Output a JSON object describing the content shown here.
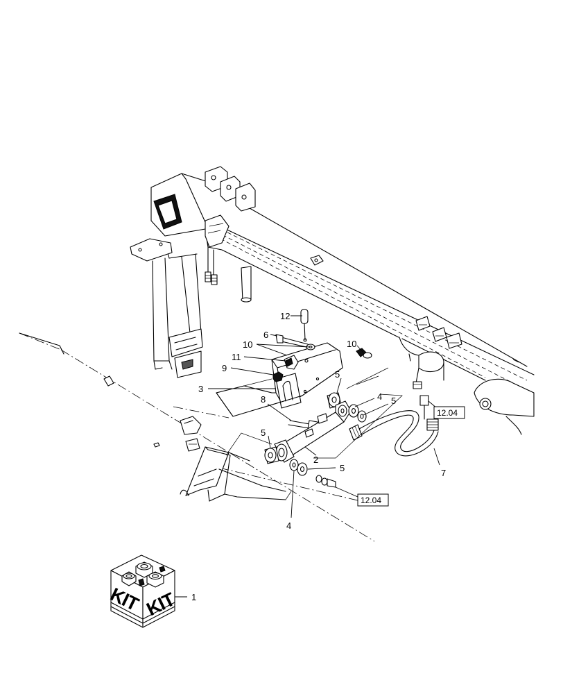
{
  "callouts": {
    "c1": "1",
    "c2": "2",
    "c3": "3",
    "c4a": "4",
    "c4b": "4",
    "c5a": "5",
    "c5b": "5",
    "c5c": "5",
    "c5d": "5",
    "c6": "6",
    "c7": "7",
    "c8": "8",
    "c9": "9",
    "c10a": "10",
    "c10b": "10",
    "c11": "11",
    "c12": "12"
  },
  "references": {
    "ref_upper": "12.04",
    "ref_lower": "12.04"
  },
  "kit": {
    "label_left": "KIT",
    "label_right": "KIT"
  }
}
